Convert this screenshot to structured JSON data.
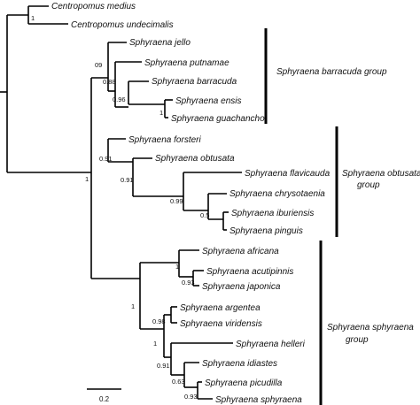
{
  "tree": {
    "taxa": [
      "Centropomus medius",
      "Centropomus undecimalis",
      "Sphyraena jello",
      "Sphyraena putnamae",
      "Sphyraena barracuda",
      "Sphyraena ensis",
      "Sphyraena guachancho",
      "Sphyraena forsteri",
      "Sphyraena obtusata",
      "Sphyraena flavicauda",
      "Sphyraena chrysotaenia",
      "Sphyraena iburiensis",
      "Sphyraena pinguis",
      "Sphyraena africana",
      "Sphyraena acutipinnis",
      "Sphyraena japonica",
      "Sphyraena argentea",
      "Sphyraena viridensis",
      "Sphyraena helleri",
      "Sphyraena idiastes",
      "Sphyraena picudilla",
      "Sphyraena sphyraena"
    ],
    "support": [
      "1",
      "09",
      "0.88",
      "0.96",
      "1",
      "1",
      "0.91",
      "0.91",
      "0.99",
      "0.5",
      "1",
      "0.93",
      "1",
      "0.98",
      "1",
      "0.91",
      "0.63",
      "0.93"
    ],
    "groups": [
      {
        "lines": [
          "Sphyraena barracuda group"
        ]
      },
      {
        "lines": [
          "Sphyraena obtusata",
          "group"
        ]
      },
      {
        "lines": [
          "Sphyraena sphyraena",
          "group"
        ]
      }
    ],
    "scale_label": "0.2"
  }
}
